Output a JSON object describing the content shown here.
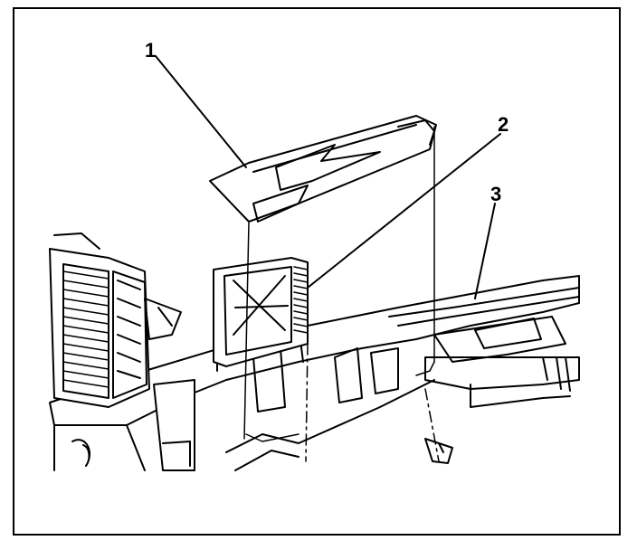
{
  "diagram": {
    "callouts": [
      {
        "id": "1",
        "label": "1"
      },
      {
        "id": "2",
        "label": "2"
      },
      {
        "id": "3",
        "label": "3"
      }
    ]
  },
  "colors": {
    "line": "#000000",
    "background": "#ffffff"
  }
}
